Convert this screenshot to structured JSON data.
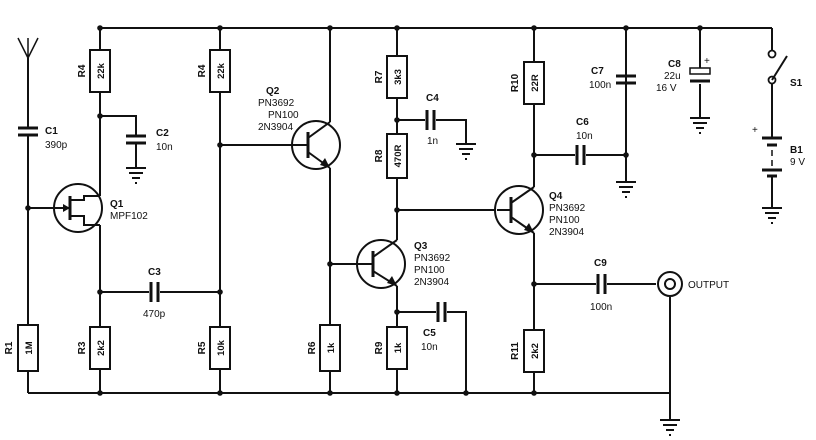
{
  "components": {
    "r1": {
      "ref": "R1",
      "value": "1M"
    },
    "r4a": {
      "ref": "R4",
      "value": "22k"
    },
    "r3": {
      "ref": "R3",
      "value": "2k2"
    },
    "r4b": {
      "ref": "R4",
      "value": "22k"
    },
    "r5": {
      "ref": "R5",
      "value": "10k"
    },
    "r6": {
      "ref": "R6",
      "value": "1k"
    },
    "r7": {
      "ref": "R7",
      "value": "3k3"
    },
    "r8": {
      "ref": "R8",
      "value": "470R"
    },
    "r9": {
      "ref": "R9",
      "value": "1k"
    },
    "r10": {
      "ref": "R10",
      "value": "22R"
    },
    "r11": {
      "ref": "R11",
      "value": "2k2"
    },
    "c1": {
      "ref": "C1",
      "value": "390p"
    },
    "c2": {
      "ref": "C2",
      "value": "10n"
    },
    "c3": {
      "ref": "C3",
      "value": "470p"
    },
    "c4": {
      "ref": "C4",
      "value": "1n"
    },
    "c5": {
      "ref": "C5",
      "value": "10n"
    },
    "c6": {
      "ref": "C6",
      "value": "10n"
    },
    "c7": {
      "ref": "C7",
      "value": "100n"
    },
    "c8": {
      "ref": "C8",
      "value": "22u",
      "voltage": "16 V",
      "polarity": "+"
    },
    "c9": {
      "ref": "C9",
      "value": "100n"
    },
    "q1": {
      "ref": "Q1",
      "type": "MPF102"
    },
    "q2": {
      "ref": "Q2",
      "types": [
        "PN3692",
        "PN100",
        "2N3904"
      ]
    },
    "q3": {
      "ref": "Q3",
      "types": [
        "PN3692",
        "PN100",
        "2N3904"
      ]
    },
    "q4": {
      "ref": "Q4",
      "types": [
        "PN3692",
        "PN100",
        "2N3904"
      ]
    },
    "s1": {
      "ref": "S1"
    },
    "b1": {
      "ref": "B1",
      "value": "9 V",
      "polarity": "+"
    },
    "output": {
      "label": "OUTPUT"
    }
  }
}
